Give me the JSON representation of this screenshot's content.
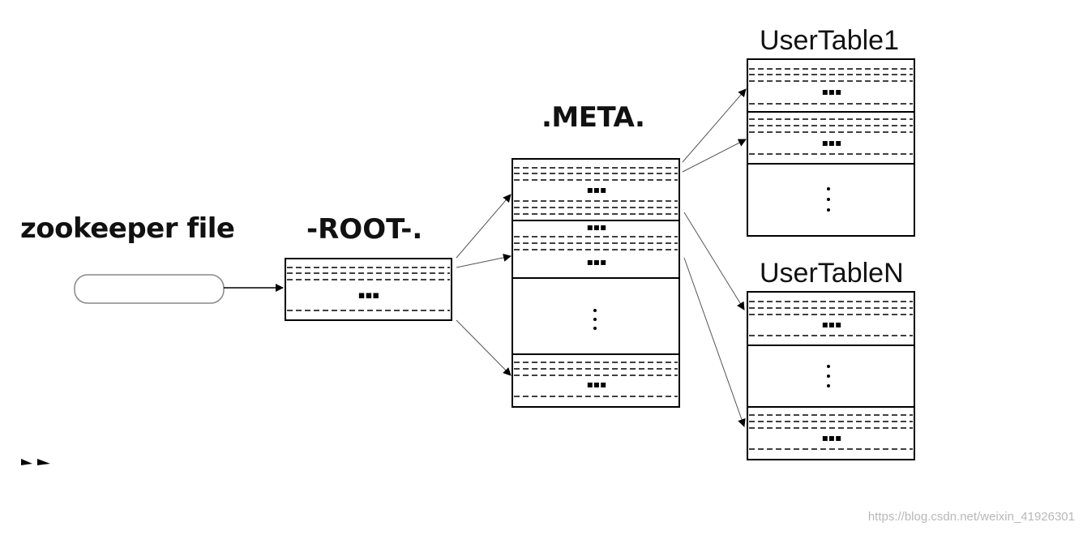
{
  "labels": {
    "zookeeper": "zookeeper file",
    "root": "-ROOT-.",
    "meta": ".META.",
    "usertable1": "UserTable1",
    "usertablen": "UserTableN"
  },
  "watermark": "https://blog.csdn.net/weixin_41926301",
  "colors": {
    "line": "#000000",
    "background": "#ffffff",
    "watermark": "#b8b8b8"
  }
}
